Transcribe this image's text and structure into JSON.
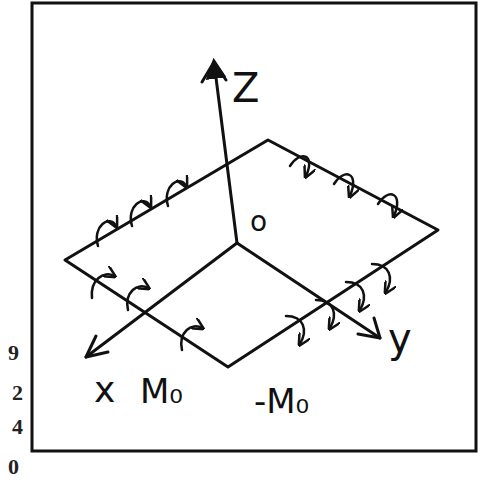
{
  "diagram": {
    "labels": [
      "Z",
      "o",
      "x",
      "y",
      "M₀",
      "-M₀",
      "9",
      "2",
      "4",
      "0"
    ]
  }
}
